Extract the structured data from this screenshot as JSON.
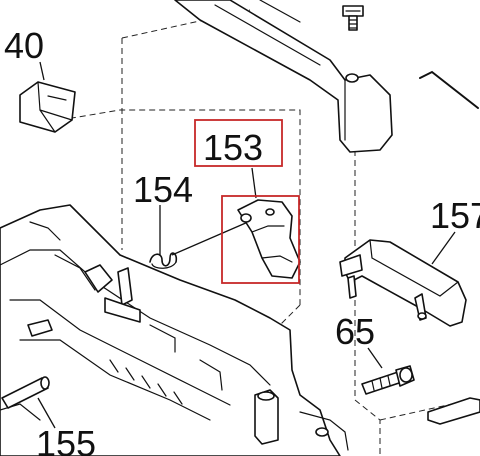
{
  "callouts": {
    "c40": "40",
    "c153": "153",
    "c154": "154",
    "c157": "157",
    "c65": "65",
    "c155": "155"
  },
  "colors": {
    "highlight": "#c62828",
    "line": "#111111"
  }
}
